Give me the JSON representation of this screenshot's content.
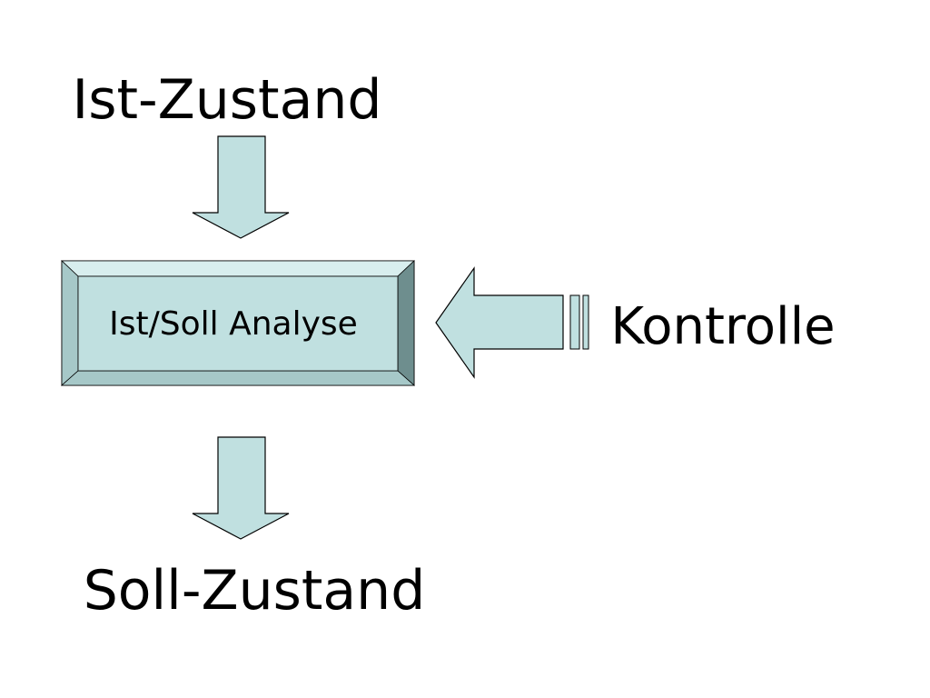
{
  "diagram": {
    "top_label": "Ist-Zustand",
    "box_label": "Ist/Soll Analyse",
    "right_label": "Kontrolle",
    "bottom_label": "Soll-Zustand"
  },
  "colors": {
    "arrow_fill": "#c0e0e0",
    "box_face": "#c0e0e0",
    "box_bevel_light": "#d8eeee",
    "box_bevel_mid": "#a6c8c8",
    "box_bevel_dark": "#6e8e8e",
    "stroke": "#000000"
  }
}
